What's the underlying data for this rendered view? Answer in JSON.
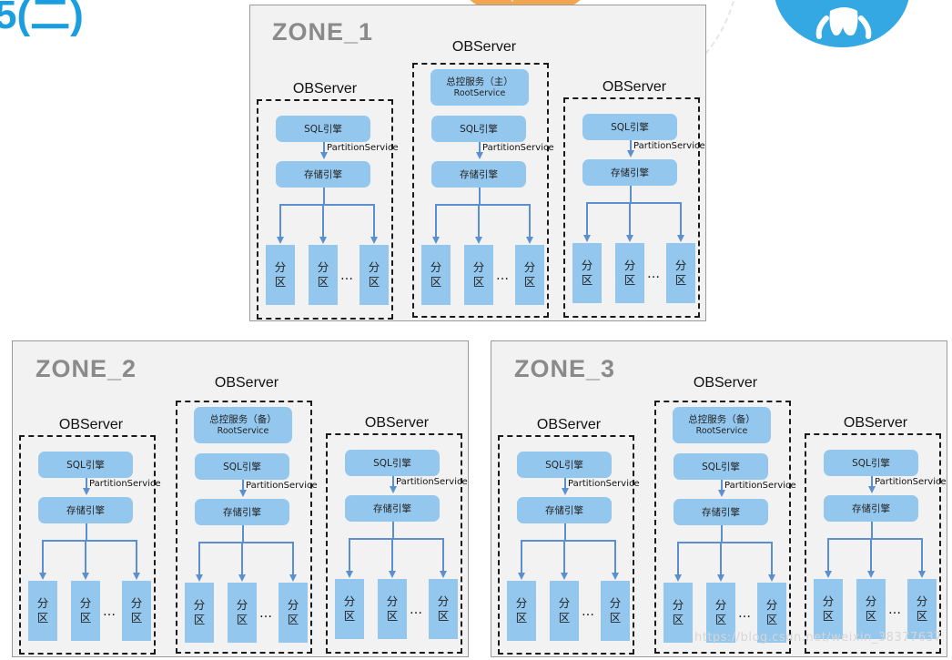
{
  "header": {
    "partial_title": "5(二)",
    "colors": {
      "title": "#1a9ee0",
      "orange": "#f0a54e",
      "logo": "#34a8e3"
    },
    "logo_icon": "ant-mascot-icon"
  },
  "component_labels": {
    "sql_engine": "SQL引擎",
    "partition_service": "PartitionService",
    "storage_engine": "存储引擎",
    "partition_chars": [
      "分",
      "区"
    ],
    "ellipsis": "…"
  },
  "zones": [
    {
      "name": "ZONE_1",
      "servers": [
        {
          "label": "OBServer",
          "root_service": null
        },
        {
          "label": "OBServer",
          "root_service": {
            "line1": "总控服务（主）",
            "line2": "RootService"
          }
        },
        {
          "label": "OBServer",
          "root_service": null
        }
      ]
    },
    {
      "name": "ZONE_2",
      "servers": [
        {
          "label": "OBServer",
          "root_service": null
        },
        {
          "label": "OBServer",
          "root_service": {
            "line1": "总控服务（备）",
            "line2": "RootService"
          }
        },
        {
          "label": "OBServer",
          "root_service": null
        }
      ]
    },
    {
      "name": "ZONE_3",
      "servers": [
        {
          "label": "OBServer",
          "root_service": null
        },
        {
          "label": "OBServer",
          "root_service": {
            "line1": "总控服务（备）",
            "line2": "RootService"
          }
        },
        {
          "label": "OBServer",
          "root_service": null
        }
      ]
    }
  ],
  "watermark": "https://blog.csdn.net/weixin_38377637"
}
